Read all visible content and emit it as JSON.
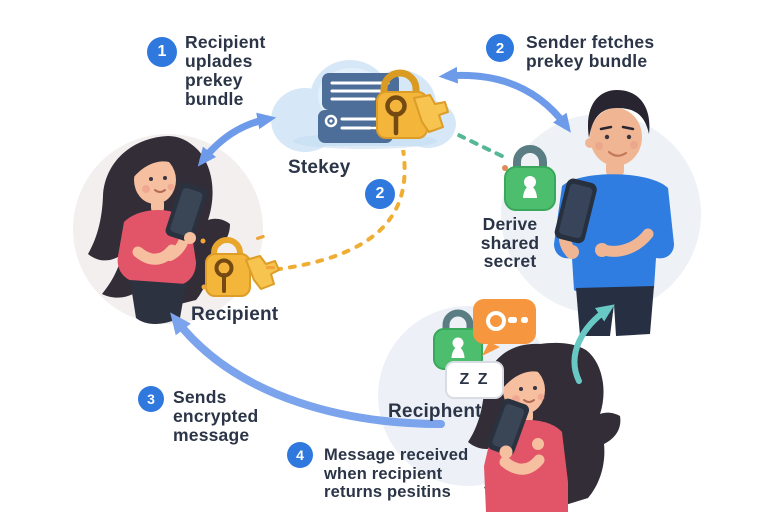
{
  "steps": [
    {
      "number": "1",
      "text": "Recipient\nuplades\nprekey\nbundle"
    },
    {
      "number": "2",
      "text": "Sender fetches\nprekey bundle"
    },
    {
      "number": "3",
      "text": "Sends\nencrypted\nmessage"
    },
    {
      "number": "4",
      "text": "Message received\nwhen recipient\nreturns pesitins"
    }
  ],
  "labels": {
    "cloud_label": "Stekey",
    "cloud_badge": "2",
    "recipient_left": "Recipient",
    "derive_shared_secret": "Derive\nshared\nsecret",
    "recipient_bottom": "Reciphent",
    "sleep_text": "Z Z"
  },
  "icons": {
    "server_cloud": "cloud-with-chat-bubbles-and-key",
    "prekey_bundle": "gold-key-padlock",
    "recipient_key": "gold-key-padlock-with-sparkles",
    "shared_secret_lock": "green-padlock",
    "encrypted_message_lock": "green-padlock",
    "key_message_bubble": "orange-chat-bubble-with-key",
    "sleep_indicator": "zz-box"
  },
  "colors": {
    "text": "#2b3547",
    "badge_blue": "#2f78dd",
    "arrow_blue": "#6d9bea",
    "arrow_teal": "#68c8c4",
    "dash_yellow": "#f0ad33",
    "dash_teal": "#55b795",
    "cloud_fill": "#d6e8f8",
    "bubble_slate": "#4d6e99",
    "gold": "#f4b53b",
    "lock_green": "#4dbd6e",
    "bubble_orange": "#f6963e",
    "shirt_blue": "#2f7de1",
    "top_red": "#e25568"
  }
}
